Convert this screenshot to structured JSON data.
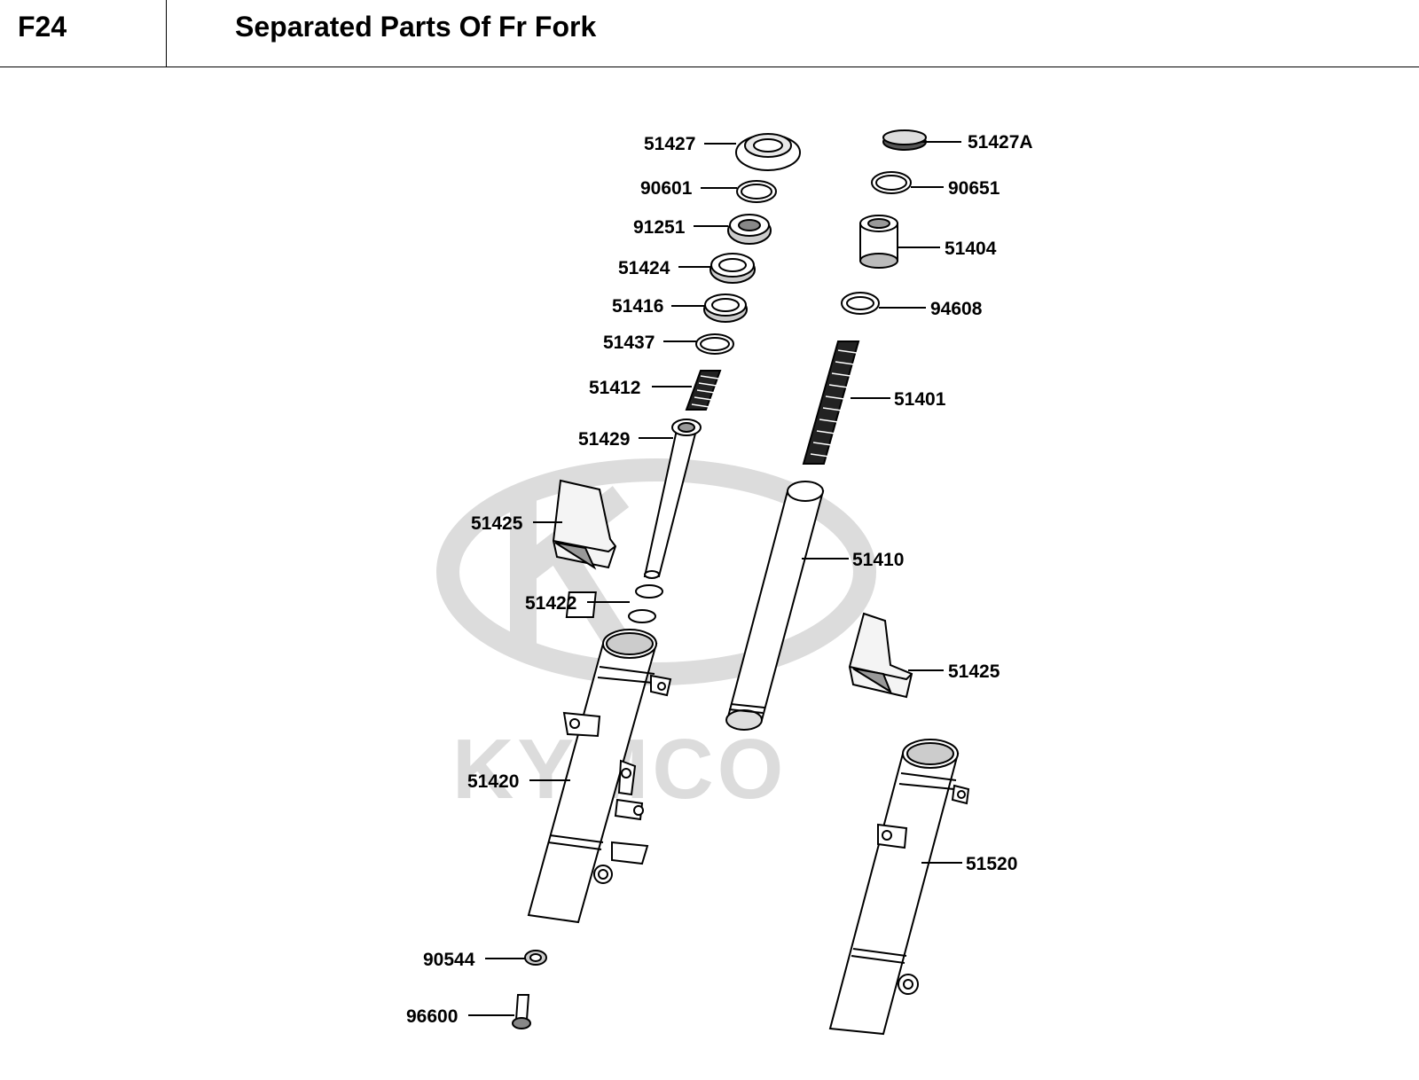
{
  "header": {
    "code": "F24",
    "title": "Separated Parts Of Fr Fork"
  },
  "watermark": {
    "brand": "KYMCO",
    "color": "#dcdcdc"
  },
  "parts": [
    {
      "id": "p-51427",
      "label": "51427"
    },
    {
      "id": "p-51427a",
      "label": "51427A"
    },
    {
      "id": "p-90601",
      "label": "90601"
    },
    {
      "id": "p-90651",
      "label": "90651"
    },
    {
      "id": "p-91251",
      "label": "91251"
    },
    {
      "id": "p-51404",
      "label": "51404"
    },
    {
      "id": "p-51424",
      "label": "51424"
    },
    {
      "id": "p-51416",
      "label": "51416"
    },
    {
      "id": "p-94608",
      "label": "94608"
    },
    {
      "id": "p-51437",
      "label": "51437"
    },
    {
      "id": "p-51412",
      "label": "51412"
    },
    {
      "id": "p-51401",
      "label": "51401"
    },
    {
      "id": "p-51429",
      "label": "51429"
    },
    {
      "id": "p-51425l",
      "label": "51425"
    },
    {
      "id": "p-51410",
      "label": "51410"
    },
    {
      "id": "p-51422",
      "label": "51422"
    },
    {
      "id": "p-51425r",
      "label": "51425"
    },
    {
      "id": "p-51420",
      "label": "51420"
    },
    {
      "id": "p-51520",
      "label": "51520"
    },
    {
      "id": "p-90544",
      "label": "90544"
    },
    {
      "id": "p-96600",
      "label": "96600"
    }
  ]
}
